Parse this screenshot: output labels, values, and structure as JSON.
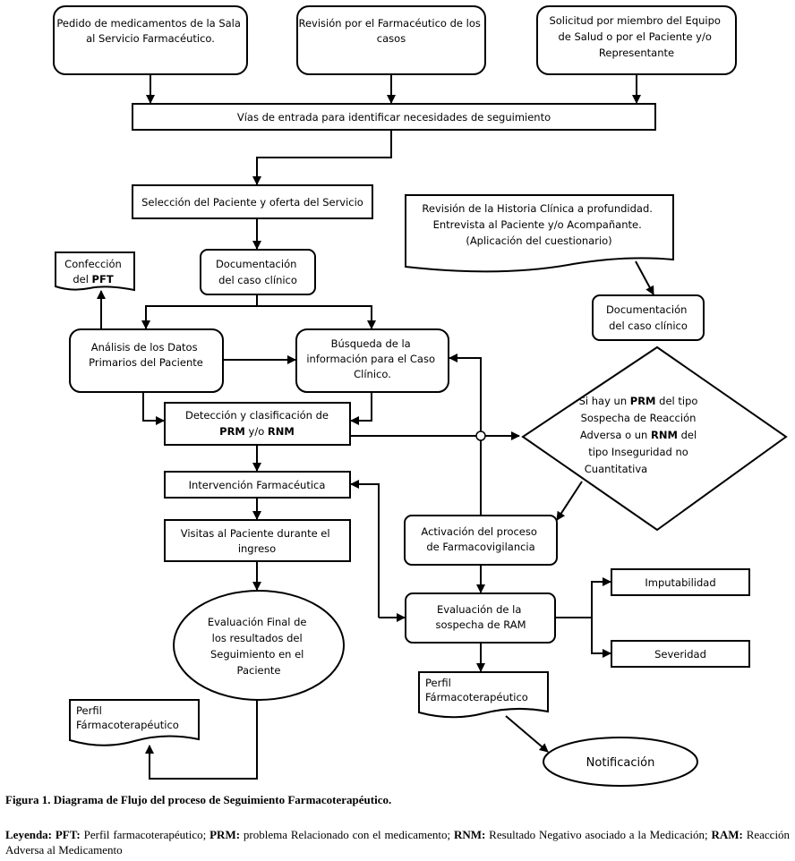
{
  "nodes": {
    "pedido": [
      "Pedido de medicamentos de la Sala",
      "al Servicio Farmacéutico."
    ],
    "revision_casos": [
      "Revisión por el Farmacéutico de los",
      "casos"
    ],
    "solicitud": [
      "Solicitud por miembro del Equipo",
      "de Salud o por el Paciente y/o",
      "Representante"
    ],
    "vias": [
      "Vías de entrada para identificar necesidades de seguimiento"
    ],
    "seleccion": [
      "Selección del Paciente y oferta del Servicio"
    ],
    "revision_historia": [
      "Revisión de la Historia Clínica a profundidad.",
      "Entrevista al Paciente y/o Acompañante.",
      "(Aplicación del cuestionario)"
    ],
    "documentacion_1": [
      "Documentación",
      "del caso clínico"
    ],
    "confeccion": [
      "Confección",
      "del"
    ],
    "confeccion_bold": "PFT",
    "documentacion_2": [
      "Documentación",
      "del caso clínico"
    ],
    "analisis": [
      "Análisis de los Datos",
      "Primarios del Paciente"
    ],
    "busqueda": [
      "Búsqueda de la",
      "información para el Caso",
      "Clínico."
    ],
    "deteccion_line1": "Detección y clasificación de",
    "deteccion_b1": "PRM",
    "deteccion_mid": "y/o",
    "deteccion_b2": "RNM",
    "diamond": {
      "l1_pre": "Si hay un",
      "l1_b": "PRM",
      "l1_post": "del tipo",
      "l2": "Sospecha de Reacción",
      "l3_pre": "Adversa o un",
      "l3_b": "RNM",
      "l3_post": "del",
      "l4": "tipo Inseguridad no",
      "l5": "Cuantitativa"
    },
    "intervencion": [
      "Intervención Farmacéutica"
    ],
    "visitas": [
      "Visitas al Paciente durante el",
      "ingreso"
    ],
    "activacion": [
      "Activación del proceso",
      "de Farmacovigilancia"
    ],
    "evaluacion_final": [
      "Evaluación Final de",
      "los resultados del",
      "Seguimiento en el",
      "Paciente"
    ],
    "evaluacion_ram": [
      "Evaluación de la",
      "sospecha de RAM"
    ],
    "imputabilidad": [
      "Imputabilidad"
    ],
    "severidad": [
      "Severidad"
    ],
    "perfil_1": [
      "Perfil",
      "Fármacoterapéutico"
    ],
    "perfil_2": [
      "Perfil",
      "Fármacoterapéutico"
    ],
    "notificacion": [
      "Notificación"
    ]
  },
  "caption": "Figura 1. Diagrama de Flujo del proceso de Seguimiento Farmacoterapéutico.",
  "legend": {
    "label": "Leyenda:",
    "pft_abbr": "PFT:",
    "pft_text": "Perfil farmacoterapéutico;",
    "prm_abbr": "PRM:",
    "prm_text": "problema Relacionado con el medicamento;",
    "rnm_abbr": "RNM:",
    "rnm_text": "Resultado Negativo asociado a la Medicación;",
    "ram_abbr": "RAM:",
    "ram_text": "Reacción Adversa al Medicamento"
  }
}
